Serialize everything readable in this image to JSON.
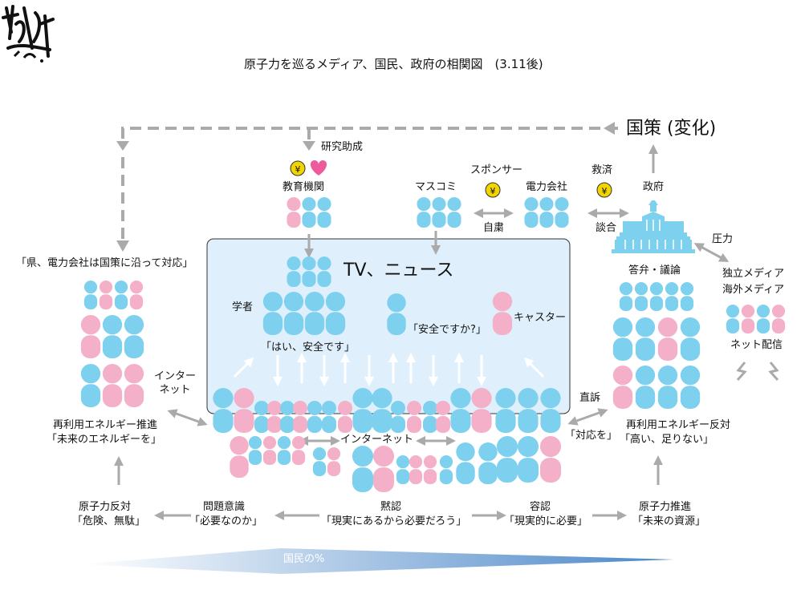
{
  "title": "原子力を巡るメディア、国民、政府の相関図　(3.11後)",
  "colors": {
    "blue": "#7ed0ef",
    "pink": "#f4b0c9",
    "box_fill": "#dff0fc",
    "box_stroke": "#333333",
    "arrow": "#aaaaaa",
    "yen": "#f2d500",
    "heart": "#ee5b9c",
    "gradient_end": "#4a87c8"
  },
  "top": {
    "kokusaku": "国策 (変化)",
    "research_grant": "研究助成",
    "sponsor": "スポンサー",
    "relief": "救済",
    "education": "教育機関",
    "masukomi": "マスコミ",
    "denryoku": "電力会社",
    "seifu": "政府",
    "jishuku": "自粛",
    "dango": "談合",
    "atsuryoku": "圧力"
  },
  "tv": {
    "label": "TV、ニュース",
    "scholar": "学者",
    "scholar_quote": "「はい、安全です」",
    "question": "「安全ですか?」",
    "caster": "キャスター"
  },
  "left": {
    "prefecture": "「県、電力会社は国策に沿って対応」",
    "internet_label": "インター\nネット",
    "promote_title": "再利用エネルギー推進",
    "promote_quote": "「未来のエネルギーを」"
  },
  "right": {
    "debate": "答弁・議論",
    "indep_media": "独立メディア",
    "foreign_media": "海外メディア",
    "net_stream": "ネット配信",
    "direct_appeal": "直訴",
    "respond": "「対応を」",
    "oppose_title": "再利用エネルギー反対",
    "oppose_quote": "「高い、足りない」"
  },
  "center": {
    "internet": "インターネット"
  },
  "bottom": {
    "items": [
      {
        "title": "原子力反対",
        "quote": "「危険、無駄」"
      },
      {
        "title": "問題意識",
        "quote": "「必要なのか」"
      },
      {
        "title": "黙認",
        "quote": "「現実にあるから必要だろう」"
      },
      {
        "title": "容認",
        "quote": "「現実的に必要」"
      },
      {
        "title": "原子力推進",
        "quote": "「未来の資源」"
      }
    ],
    "gradient_label": "国民の%"
  },
  "icons": {
    "yen": "yen-coin-icon",
    "heart": "heart-icon",
    "diet": "diet-building-icon",
    "signature": "signature-icon"
  }
}
